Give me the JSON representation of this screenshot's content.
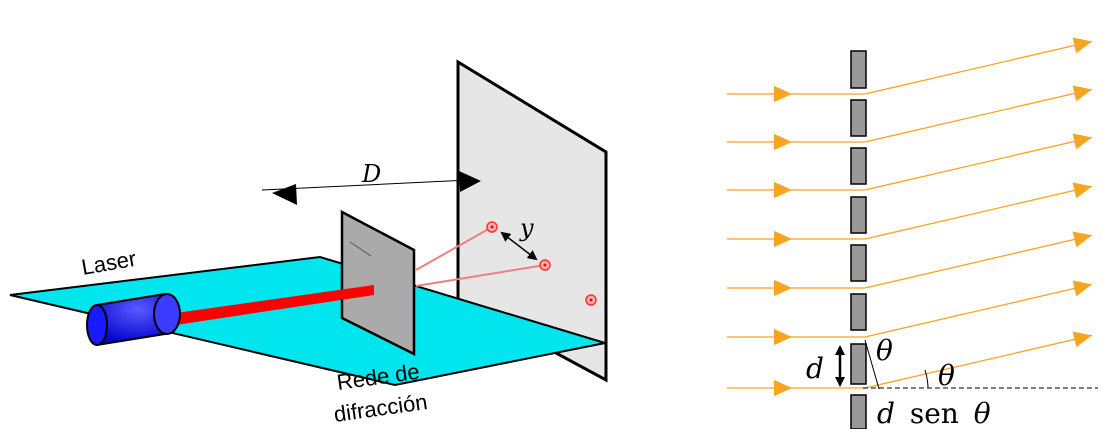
{
  "left_figure": {
    "distance_label": "D",
    "spot_separation_label": "y",
    "laser_label": "Laser",
    "grating_label_line1": "Rede de",
    "grating_label_line2": "difracción"
  },
  "right_figure": {
    "slit_spacing_label": "d",
    "angle_label": "θ",
    "angle_label_2": "θ",
    "path_difference_prefix": "d",
    "path_difference_text": "sen",
    "path_difference_angle": "θ"
  },
  "colors": {
    "table": "#00e5ee",
    "screen": "#e6e6e6",
    "grating_plate": "#aaaaaa",
    "laser_body": "#1a1aff",
    "laser_beam": "#ff0000",
    "diffracted_rays": "#f08080",
    "spots": "#ff4d4d",
    "light_rays": "#f7a520",
    "slit_blocks": "#999999"
  },
  "icons": {
    "laser": "laser-cylinder-icon",
    "spot": "diffraction-spot-icon"
  }
}
